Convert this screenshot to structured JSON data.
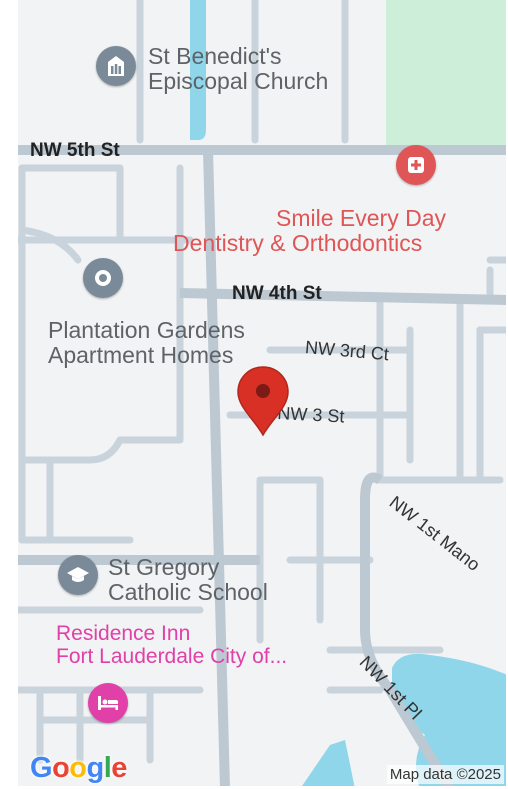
{
  "pois": {
    "church": {
      "line1": "St Benedict's",
      "line2": "Episcopal Church",
      "icon": "church-icon"
    },
    "dentist": {
      "line1": "Smile Every Day",
      "line2": "Dentistry & Orthodontics",
      "icon": "dental-icon"
    },
    "apartments": {
      "line1": "Plantation Gardens",
      "line2": "Apartment Homes",
      "icon": "location-icon"
    },
    "school": {
      "line1": "St Gregory",
      "line2": "Catholic School",
      "icon": "school-icon"
    },
    "hotel": {
      "line1": "Residence Inn",
      "line2": "Fort Lauderdale City of...",
      "icon": "hotel-icon"
    }
  },
  "streets": {
    "nw5th": "NW 5th St",
    "nw4th": "NW 4th St",
    "nw3rdct": "NW 3rd Ct",
    "nw3st": "NW 3 St",
    "nw1stmanor": "NW 1st Mano",
    "nw1stpl": "NW 1st Pl"
  },
  "footer": {
    "logo": "Google",
    "attribution": "Map data ©2025"
  },
  "colors": {
    "background": "#f1f3f4",
    "road": "#c6d1da",
    "major_road": "#bfcad3",
    "water": "#8fd6ea",
    "park": "#cdeed9",
    "pin": "#d93025",
    "dentist": "#e05656",
    "hotel": "#e040a8",
    "poi_gray": "#5f6368"
  }
}
